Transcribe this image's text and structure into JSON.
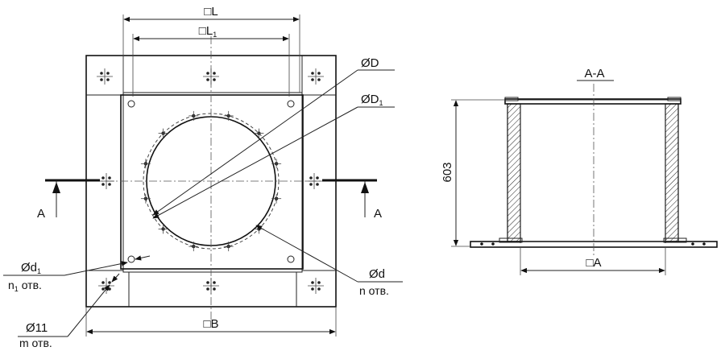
{
  "labels": {
    "dim_L": "□L",
    "dim_L1_main": "□L",
    "dim_L1_sub": "1",
    "dim_D": "ØD",
    "dim_D1_main": "ØD",
    "dim_D1_sub": "1",
    "dim_d": "Ød",
    "dim_d_holes": "n отв.",
    "dim_d1_main": "Ød",
    "dim_d1_sub": "1",
    "dim_n1_main": "n",
    "dim_n1_sub": "1",
    "dim_n1_rest": " отв.",
    "dim_11": "Ø11",
    "dim_m_holes": "m отв.",
    "dim_B": "□B",
    "dim_A": "□A",
    "section_left": "A",
    "section_right": "A",
    "section_title": "A-A",
    "height": "603"
  }
}
